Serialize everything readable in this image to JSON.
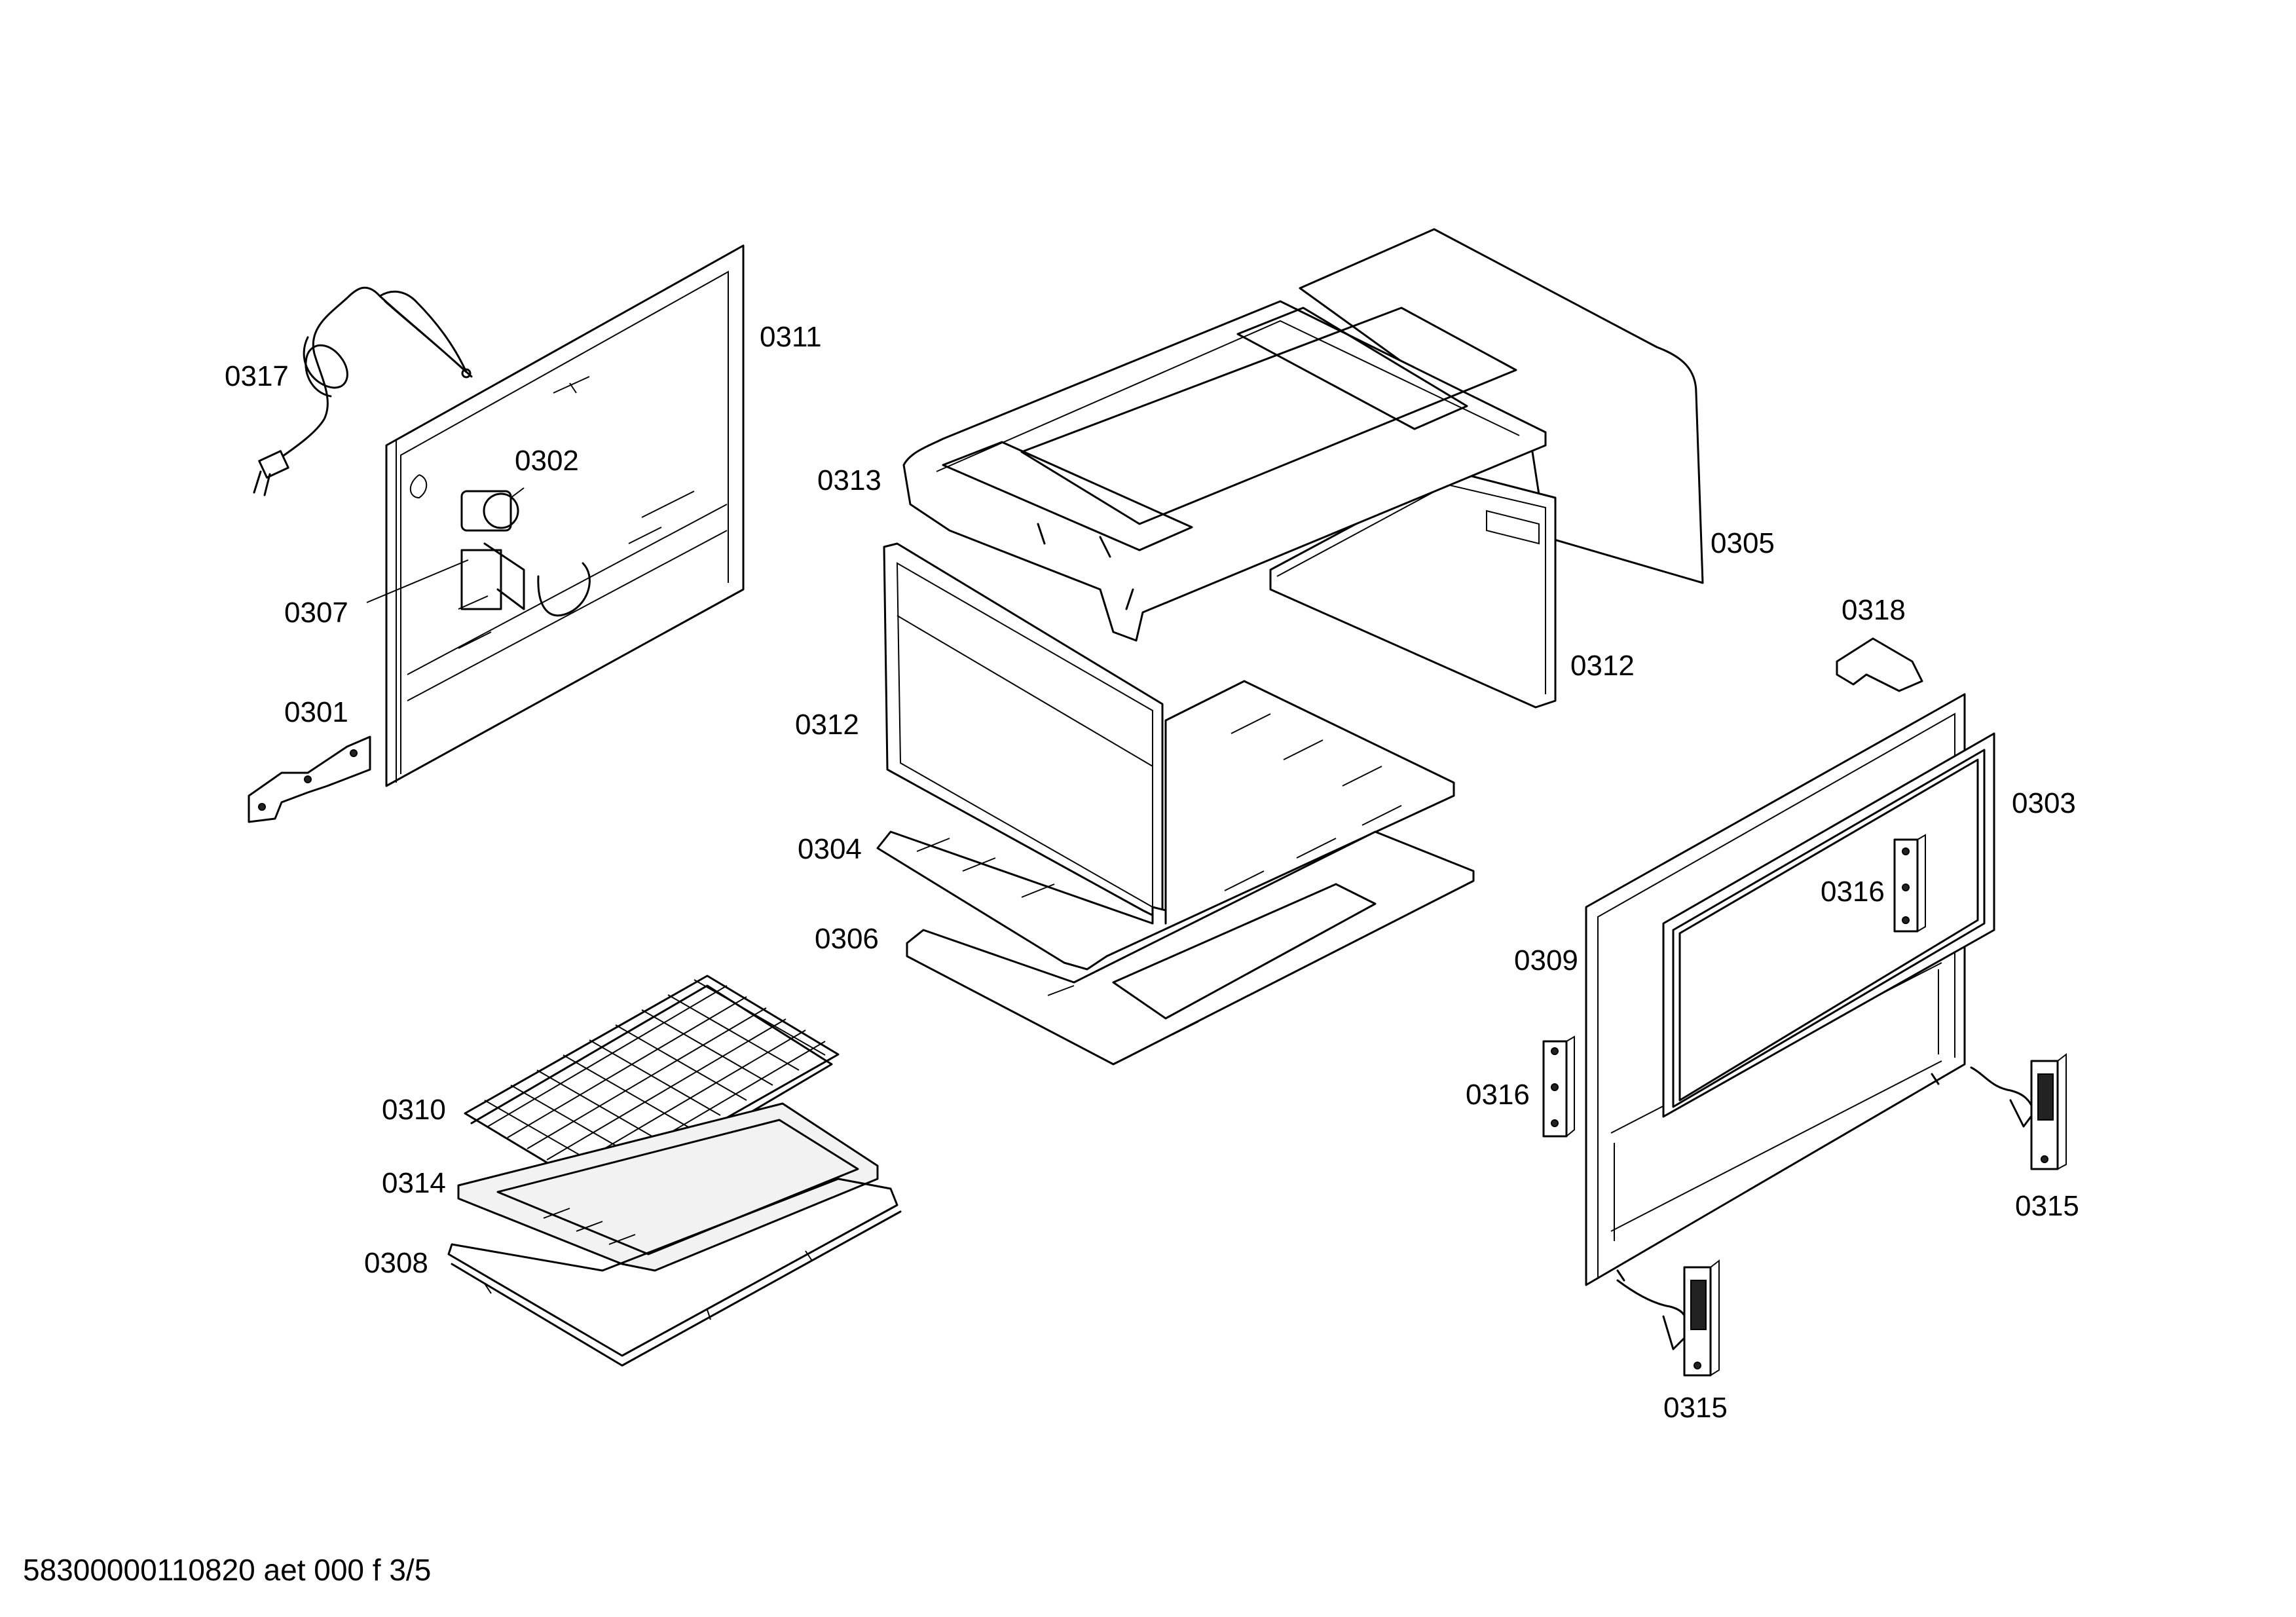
{
  "labels": {
    "p0317": "0317",
    "p0311": "0311",
    "p0302": "0302",
    "p0307": "0307",
    "p0301": "0301",
    "p0313": "0313",
    "p0305": "0305",
    "p0312_right": "0312",
    "p0312_left": "0312",
    "p0318": "0318",
    "p0304": "0304",
    "p0306": "0306",
    "p0303": "0303",
    "p0316_upper": "0316",
    "p0309": "0309",
    "p0316_lower": "0316",
    "p0310": "0310",
    "p0314": "0314",
    "p0308": "0308",
    "p0315_right": "0315",
    "p0315_bottom": "0315"
  },
  "footer": "58300000110820 aet 000 f 3/5"
}
